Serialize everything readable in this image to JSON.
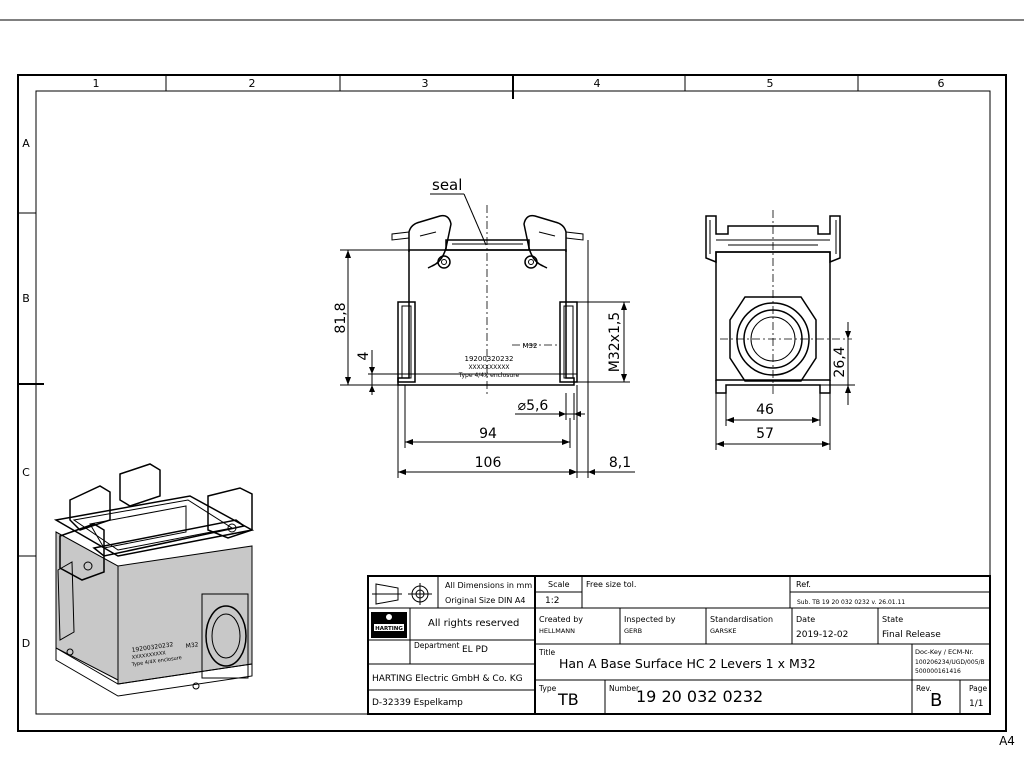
{
  "sheet": {
    "sheet_size": "A4",
    "columns": [
      "1",
      "2",
      "3",
      "4",
      "5",
      "6"
    ],
    "rows": [
      "A",
      "B",
      "C",
      "D"
    ]
  },
  "drawing": {
    "seal_label": "seal",
    "front_view": {
      "dim_height": "81,8",
      "dim_base": "4",
      "dim_thread": "M32x1,5",
      "dim_hole": "⌀5,6",
      "dim_width_inner": "94",
      "dim_width_outer": "106",
      "dim_lever": "8,1",
      "marking_line1": "19200320232",
      "marking_line2": "XXXXXXXXXX",
      "marking_line3": "Type 4/4X enclosure",
      "entry_label": "M32"
    },
    "side_view": {
      "dim_entry_height": "26,4",
      "dim_width_inner": "46",
      "dim_width_outer": "57"
    },
    "iso_view": {
      "marking_line1": "19200320232",
      "marking_line2": "XXXXXXXXXX",
      "marking_line3": "Type 4/4X enclosure",
      "entry_label": "M32"
    }
  },
  "title_block": {
    "dimensions_note_line1": "All Dimensions in mm",
    "dimensions_note_line2": "Original Size DIN A4",
    "scale_label": "Scale",
    "scale_value": "1:2",
    "tolerance_label": "Free size tol.",
    "ref_label": "Ref.",
    "ref_value": "Sub. TB 19 20 032 0232 v. 26.01.11",
    "rights": "All rights reserved",
    "logo_text": "HARTING",
    "department_label": "Department",
    "department_value": "EL PD",
    "created_label": "Created by",
    "created_value": "HELLMANN",
    "inspected_label": "Inspected by",
    "inspected_value": "GERB",
    "standardisation_label": "Standardisation",
    "standardisation_value": "GARSKE",
    "date_label": "Date",
    "date_value": "2019-12-02",
    "state_label": "State",
    "state_value": "Final Release",
    "title_label": "Title",
    "title_value": "Han A Base Surface HC 2 Levers 1 x M32",
    "doc_key_line1": "Doc-Key / ECM-Nr.",
    "doc_key_line2": "100206234/UGD/005/B",
    "doc_key_line3": "500000161416",
    "company": "HARTING Electric GmbH & Co. KG",
    "address": "D-32339 Espelkamp",
    "type_label": "Type",
    "type_value": "TB",
    "number_label": "Number",
    "number_value": "19 20 032 0232",
    "rev_label": "Rev.",
    "rev_value": "B",
    "page_label": "Page",
    "page_value": "1/1"
  }
}
